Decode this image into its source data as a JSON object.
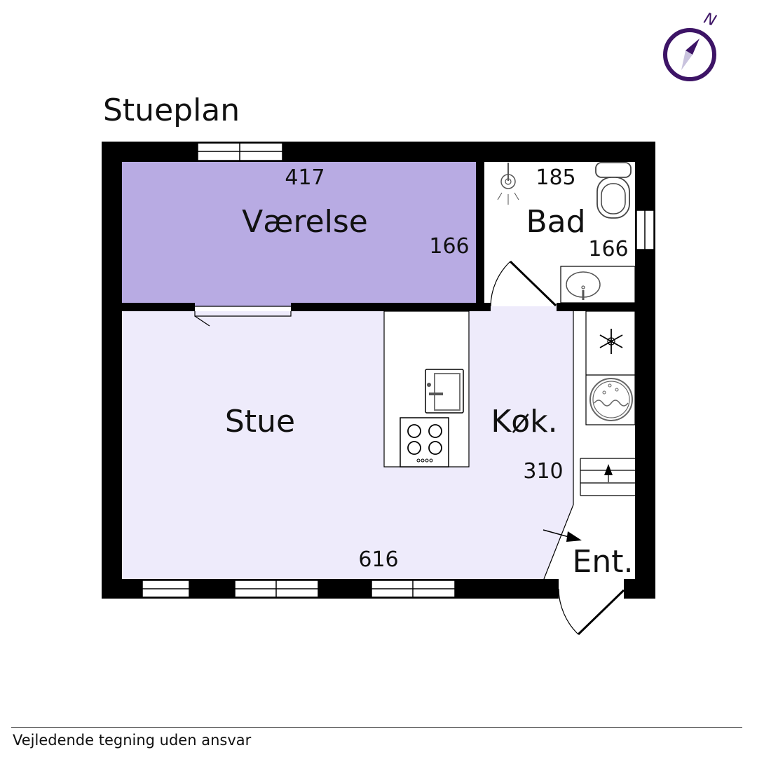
{
  "page_title": "Stueplan",
  "footer_note": "Vejledende tegning uden ansvar",
  "compass": {
    "label": "N",
    "color": "#3d1466"
  },
  "colors": {
    "wall": "#000000",
    "room_vaerelse": "#b8abe3",
    "room_stue": "#eeebfb",
    "fixture_stroke": "#555555"
  },
  "rooms": {
    "vaerelse": {
      "name": "Værelse",
      "width": "417",
      "depth": "166"
    },
    "bad": {
      "name": "Bad",
      "width": "185",
      "depth": "166"
    },
    "stue": {
      "name": "Stue",
      "width": "616"
    },
    "koek": {
      "name": "Køk.",
      "depth": "310"
    },
    "entre": {
      "name": "Ent."
    }
  },
  "fixtures": [
    "toilet-icon",
    "shower-icon",
    "sink-icon",
    "freezer-icon",
    "washing-machine-icon",
    "kitchen-sink-icon",
    "stove-icon",
    "stairs-icon"
  ]
}
